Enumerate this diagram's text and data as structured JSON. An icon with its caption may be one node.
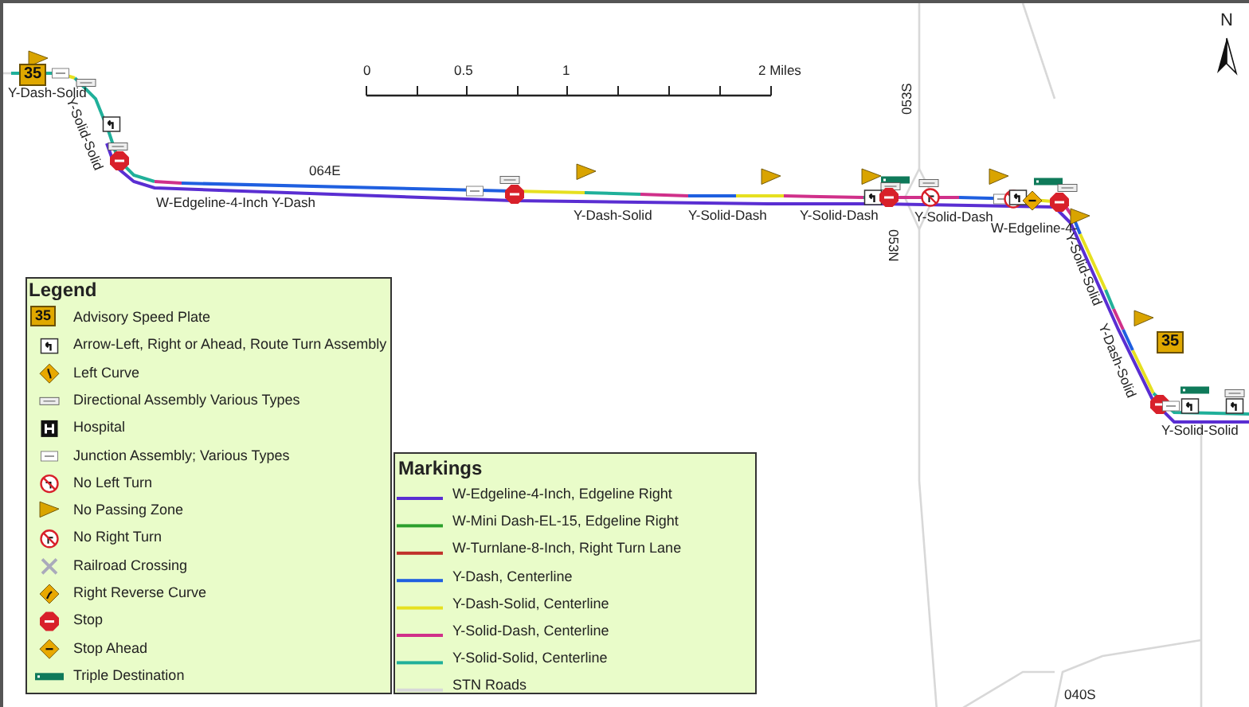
{
  "diagram": {
    "labels": [
      "N",
      "0",
      "0.5",
      "1",
      "2 Miles",
      "Y-Dash-Solid",
      "Y-Solid-Solid",
      "064E",
      "W-Edgeline-4-Inch Y-Dash",
      "Y-Dash-Solid",
      "Y-Solid-Dash",
      "Y-Solid-Dash",
      "Y-Solid-Dash",
      "W-Edgeline-4-",
      "053S",
      "053N",
      "Y-Solid-Solid",
      "Y-Dash-Solid",
      "Y-Solid-Solid",
      "040S",
      "Legend",
      "Markings",
      "35",
      "35",
      "35"
    ],
    "legend": [
      {
        "text": "Advisory Speed Plate"
      },
      {
        "text": "Arrow-Left, Right or Ahead, Route Turn Assembly"
      },
      {
        "text": " Left Curve"
      },
      {
        "text": "Directional Assembly Various Types"
      },
      {
        "text": "Hospital"
      },
      {
        "text": "Junction Assembly; Various Types"
      },
      {
        "text": "No Left Turn"
      },
      {
        "text": "No Passing Zone"
      },
      {
        "text": "No Right Turn"
      },
      {
        "text": "Railroad Crossing"
      },
      {
        "text": "Right Reverse Curve"
      },
      {
        "text": "Stop"
      },
      {
        "text": "Stop Ahead"
      },
      {
        "text": "Triple Destination"
      },
      {
        "text": "W-Edgeline-4-Inch, Edgeline Right",
        "color": "#5a2ed2"
      },
      {
        "text": "W-Mini Dash-EL-15, Edgeline Right",
        "color": "#2ca02c"
      },
      {
        "text": "W-Turnlane-8-Inch, Right Turn Lane",
        "color": "#c0302a"
      },
      {
        "text": "Y-Dash, Centerline",
        "color": "#1f5fe0"
      },
      {
        "text": "Y-Dash-Solid, Centerline",
        "color": "#e6e020"
      },
      {
        "text": "Y-Solid-Dash, Centerline",
        "color": "#d0308a"
      },
      {
        "text": "Y-Solid-Solid, Centerline",
        "color": "#20b09a"
      },
      {
        "text": "STN Roads",
        "color": "#d8d8d8"
      }
    ]
  }
}
